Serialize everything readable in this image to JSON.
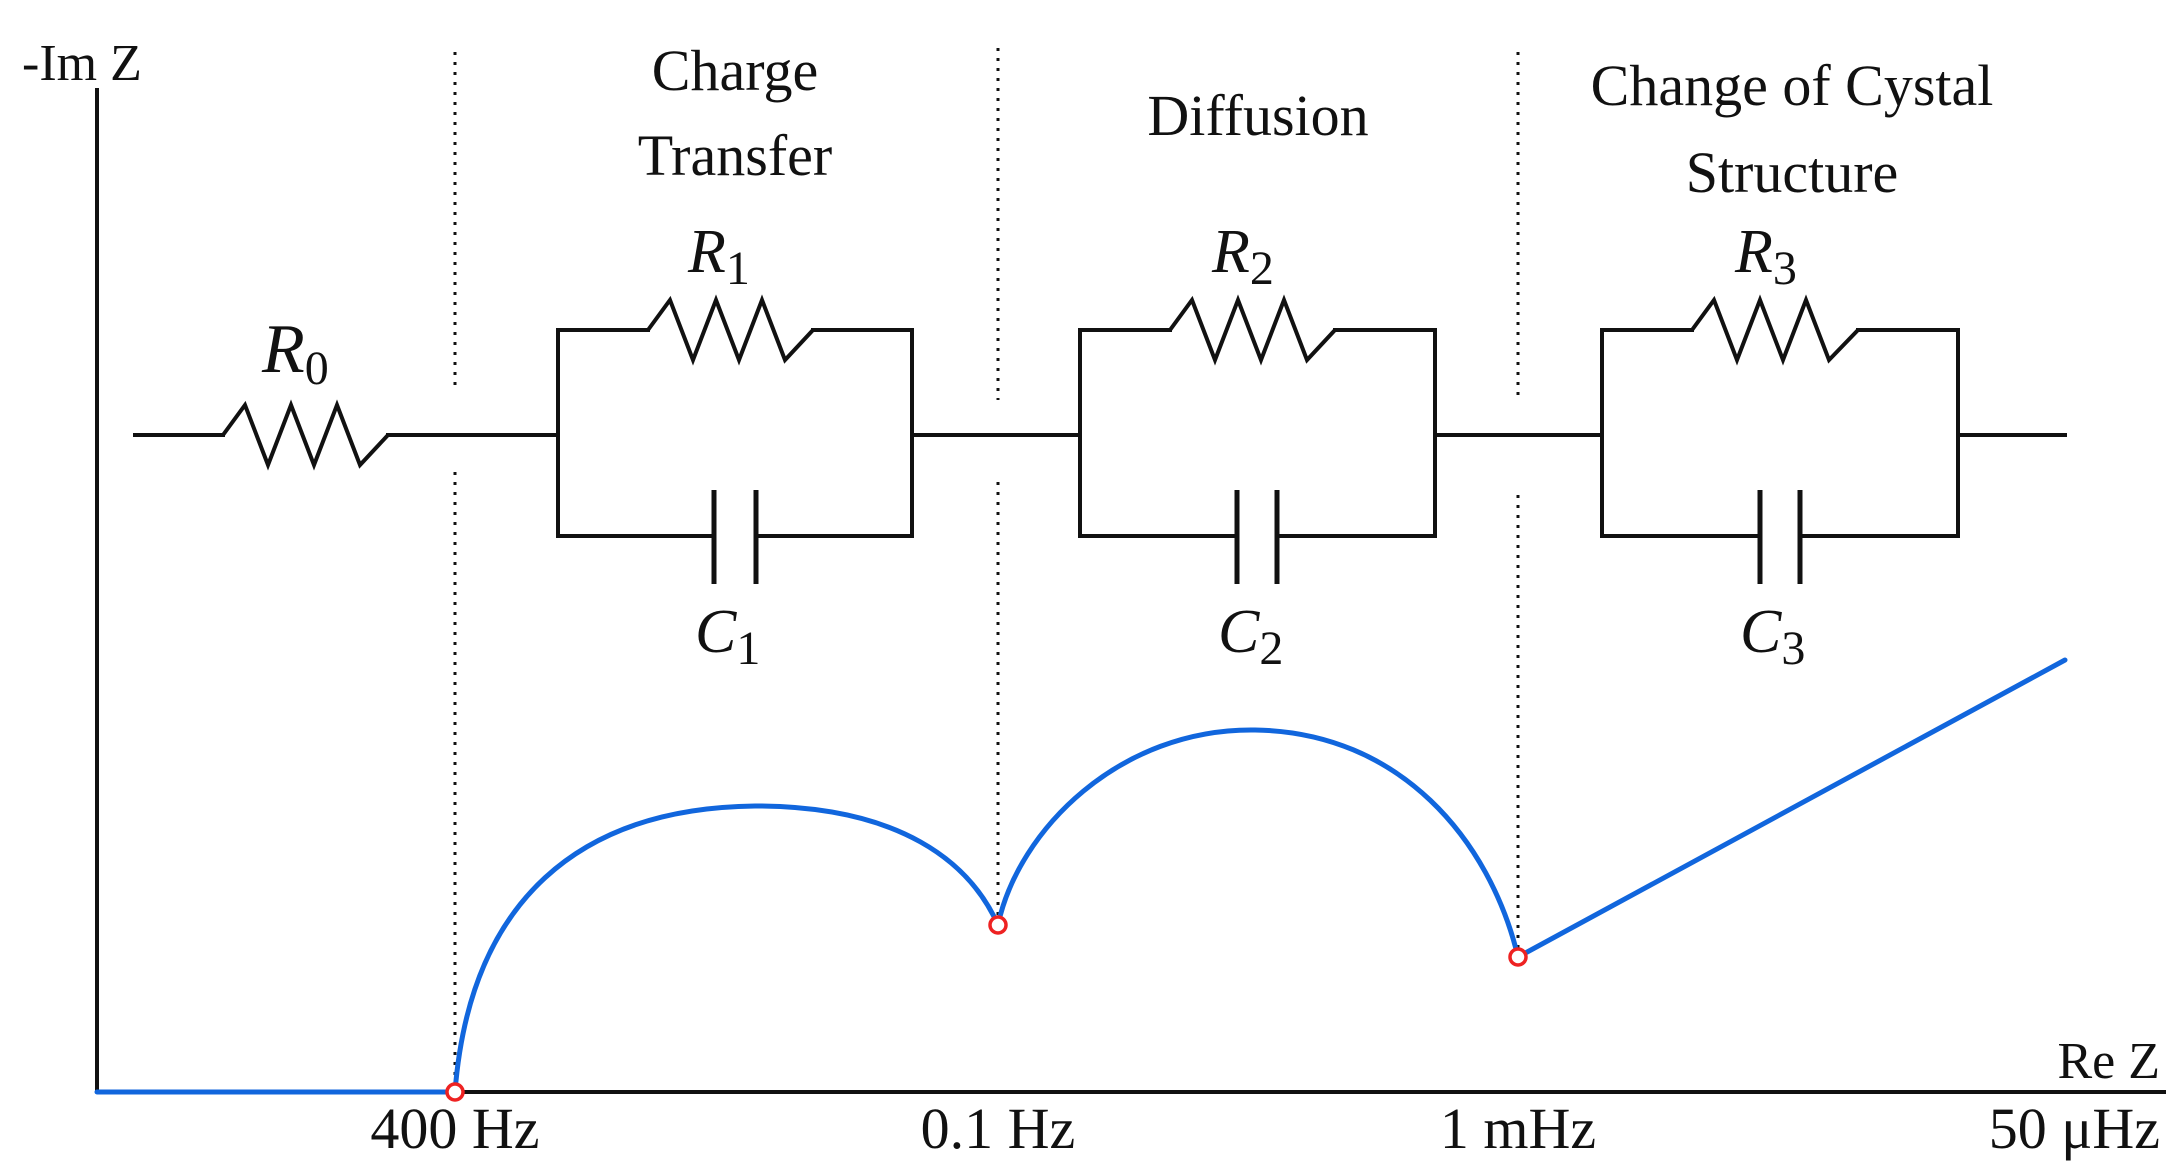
{
  "axes": {
    "y_label": "-Im Z",
    "x_label": "Re Z"
  },
  "regions": [
    {
      "lines": [
        "Charge",
        "Transfer"
      ]
    },
    {
      "lines": [
        "Diffusion"
      ]
    },
    {
      "lines": [
        "Change of Cystal",
        "Structure"
      ]
    }
  ],
  "components": {
    "R0": {
      "base": "R",
      "sub": "0"
    },
    "R1": {
      "base": "R",
      "sub": "1"
    },
    "R2": {
      "base": "R",
      "sub": "2"
    },
    "R3": {
      "base": "R",
      "sub": "3"
    },
    "C1": {
      "base": "C",
      "sub": "1"
    },
    "C2": {
      "base": "C",
      "sub": "2"
    },
    "C3": {
      "base": "C",
      "sub": "3"
    }
  },
  "frequency_markers": [
    "400 Hz",
    "0.1 Hz",
    "1 mHz",
    "50 μHz"
  ],
  "colors": {
    "curve": "#1166dd",
    "marker": "#ee2222",
    "ink": "#111111"
  }
}
